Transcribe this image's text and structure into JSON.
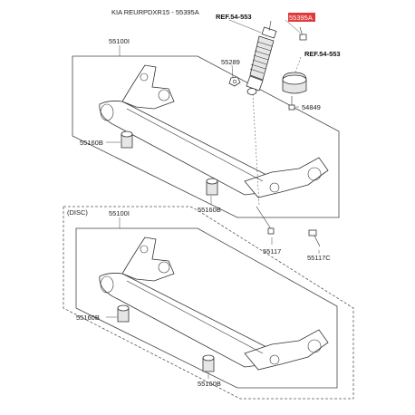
{
  "title": "KIA REURPDXR15 - 55395A",
  "colors": {
    "highlight": "#e03a3a",
    "line": "#333333"
  },
  "upper_group": {
    "shock_ref": "REF.54-553",
    "highlighted_part": "55395A",
    "nut": "55289",
    "mount_ref": "REF.54-553",
    "mount_bolt": "54849",
    "axle": "55100I",
    "bushing_left": "55160B",
    "bushing_right": "55160B",
    "bolt_short": "55117",
    "bolt_long": "55117C"
  },
  "lower_group": {
    "variant": "(DISC)",
    "axle": "55100I",
    "bushing_left": "55160B",
    "bushing_right": "55160B"
  }
}
